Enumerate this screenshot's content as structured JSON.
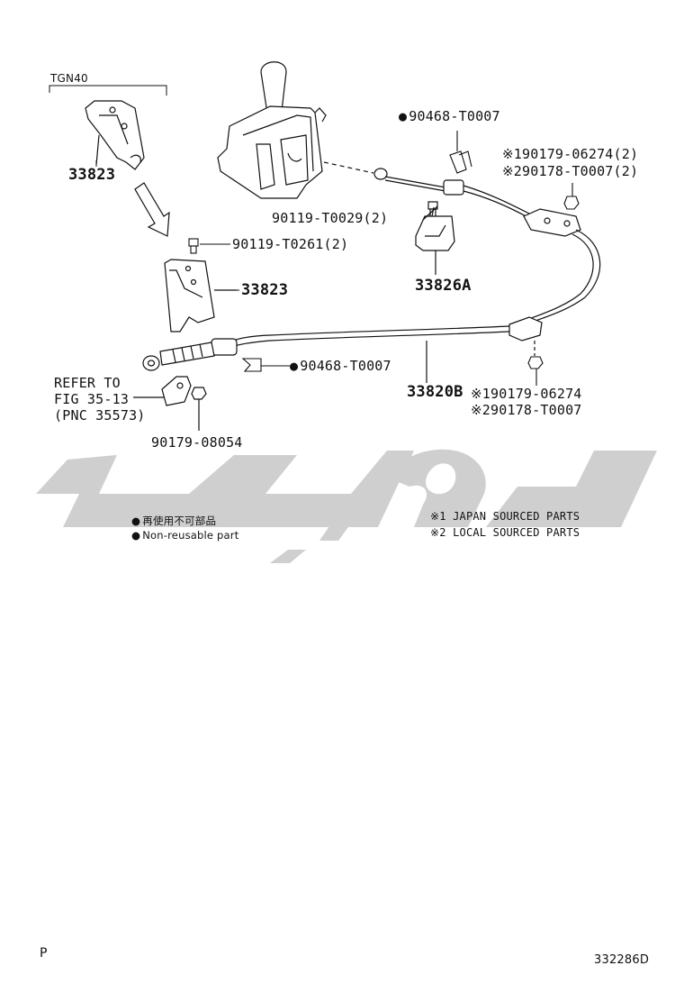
{
  "variant_label": "TGN40",
  "parts": {
    "p33823_top": "33823",
    "p33823_mid": "33823",
    "p33826a": "33826A",
    "p33820b": "33820B",
    "p90468_top": "90468-T0007",
    "p90468_bot": "90468-T0007",
    "p90179_06274_2": "※190179-06274(2)",
    "p90178_t0007_2": "※290178-T0007(2)",
    "p90119_t0029": "90119-T0029(2)",
    "p90119_t0261": "90119-T0261(2)",
    "p90179_06274": "※190179-06274",
    "p90178_t0007": "※290178-T0007",
    "p90179_08054": "90179-08054"
  },
  "refer": {
    "line1": "REFER TO",
    "line2": "FIG 35-13",
    "line3": "(PNC 35573)"
  },
  "legend": {
    "nonreusable_jp": "再使用不可部品",
    "nonreusable_en": "Non-reusable part",
    "japan": "※1 JAPAN SOURCED PARTS",
    "local": "※2 LOCAL SOURCED PARTS"
  },
  "footer": {
    "left": "P",
    "right": "332286D"
  },
  "colors": {
    "line": "#111111",
    "watermark": "#cccccc"
  }
}
